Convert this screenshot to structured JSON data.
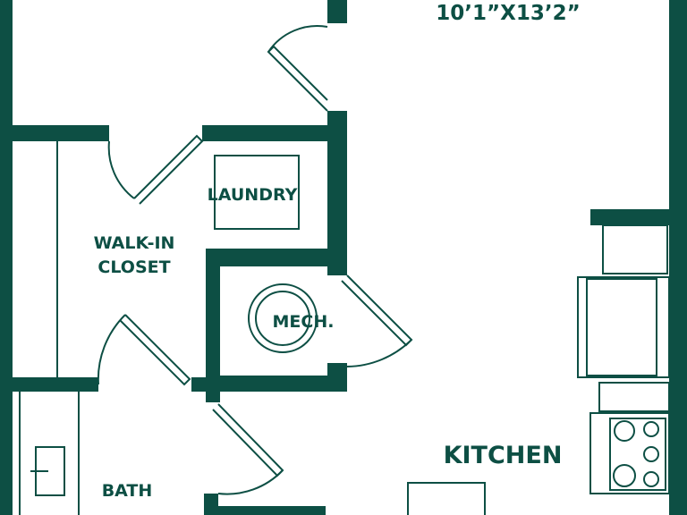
{
  "colors": {
    "wall": "#0d4f44",
    "background": "#ffffff"
  },
  "labels": {
    "dimension": "10’1”X13’2”",
    "laundry": "LAUNDRY",
    "walk_in_line1": "WALK-IN",
    "walk_in_line2": "CLOSET",
    "mech": "MECH.",
    "kitchen": "KITCHEN",
    "bath": "BATH"
  }
}
